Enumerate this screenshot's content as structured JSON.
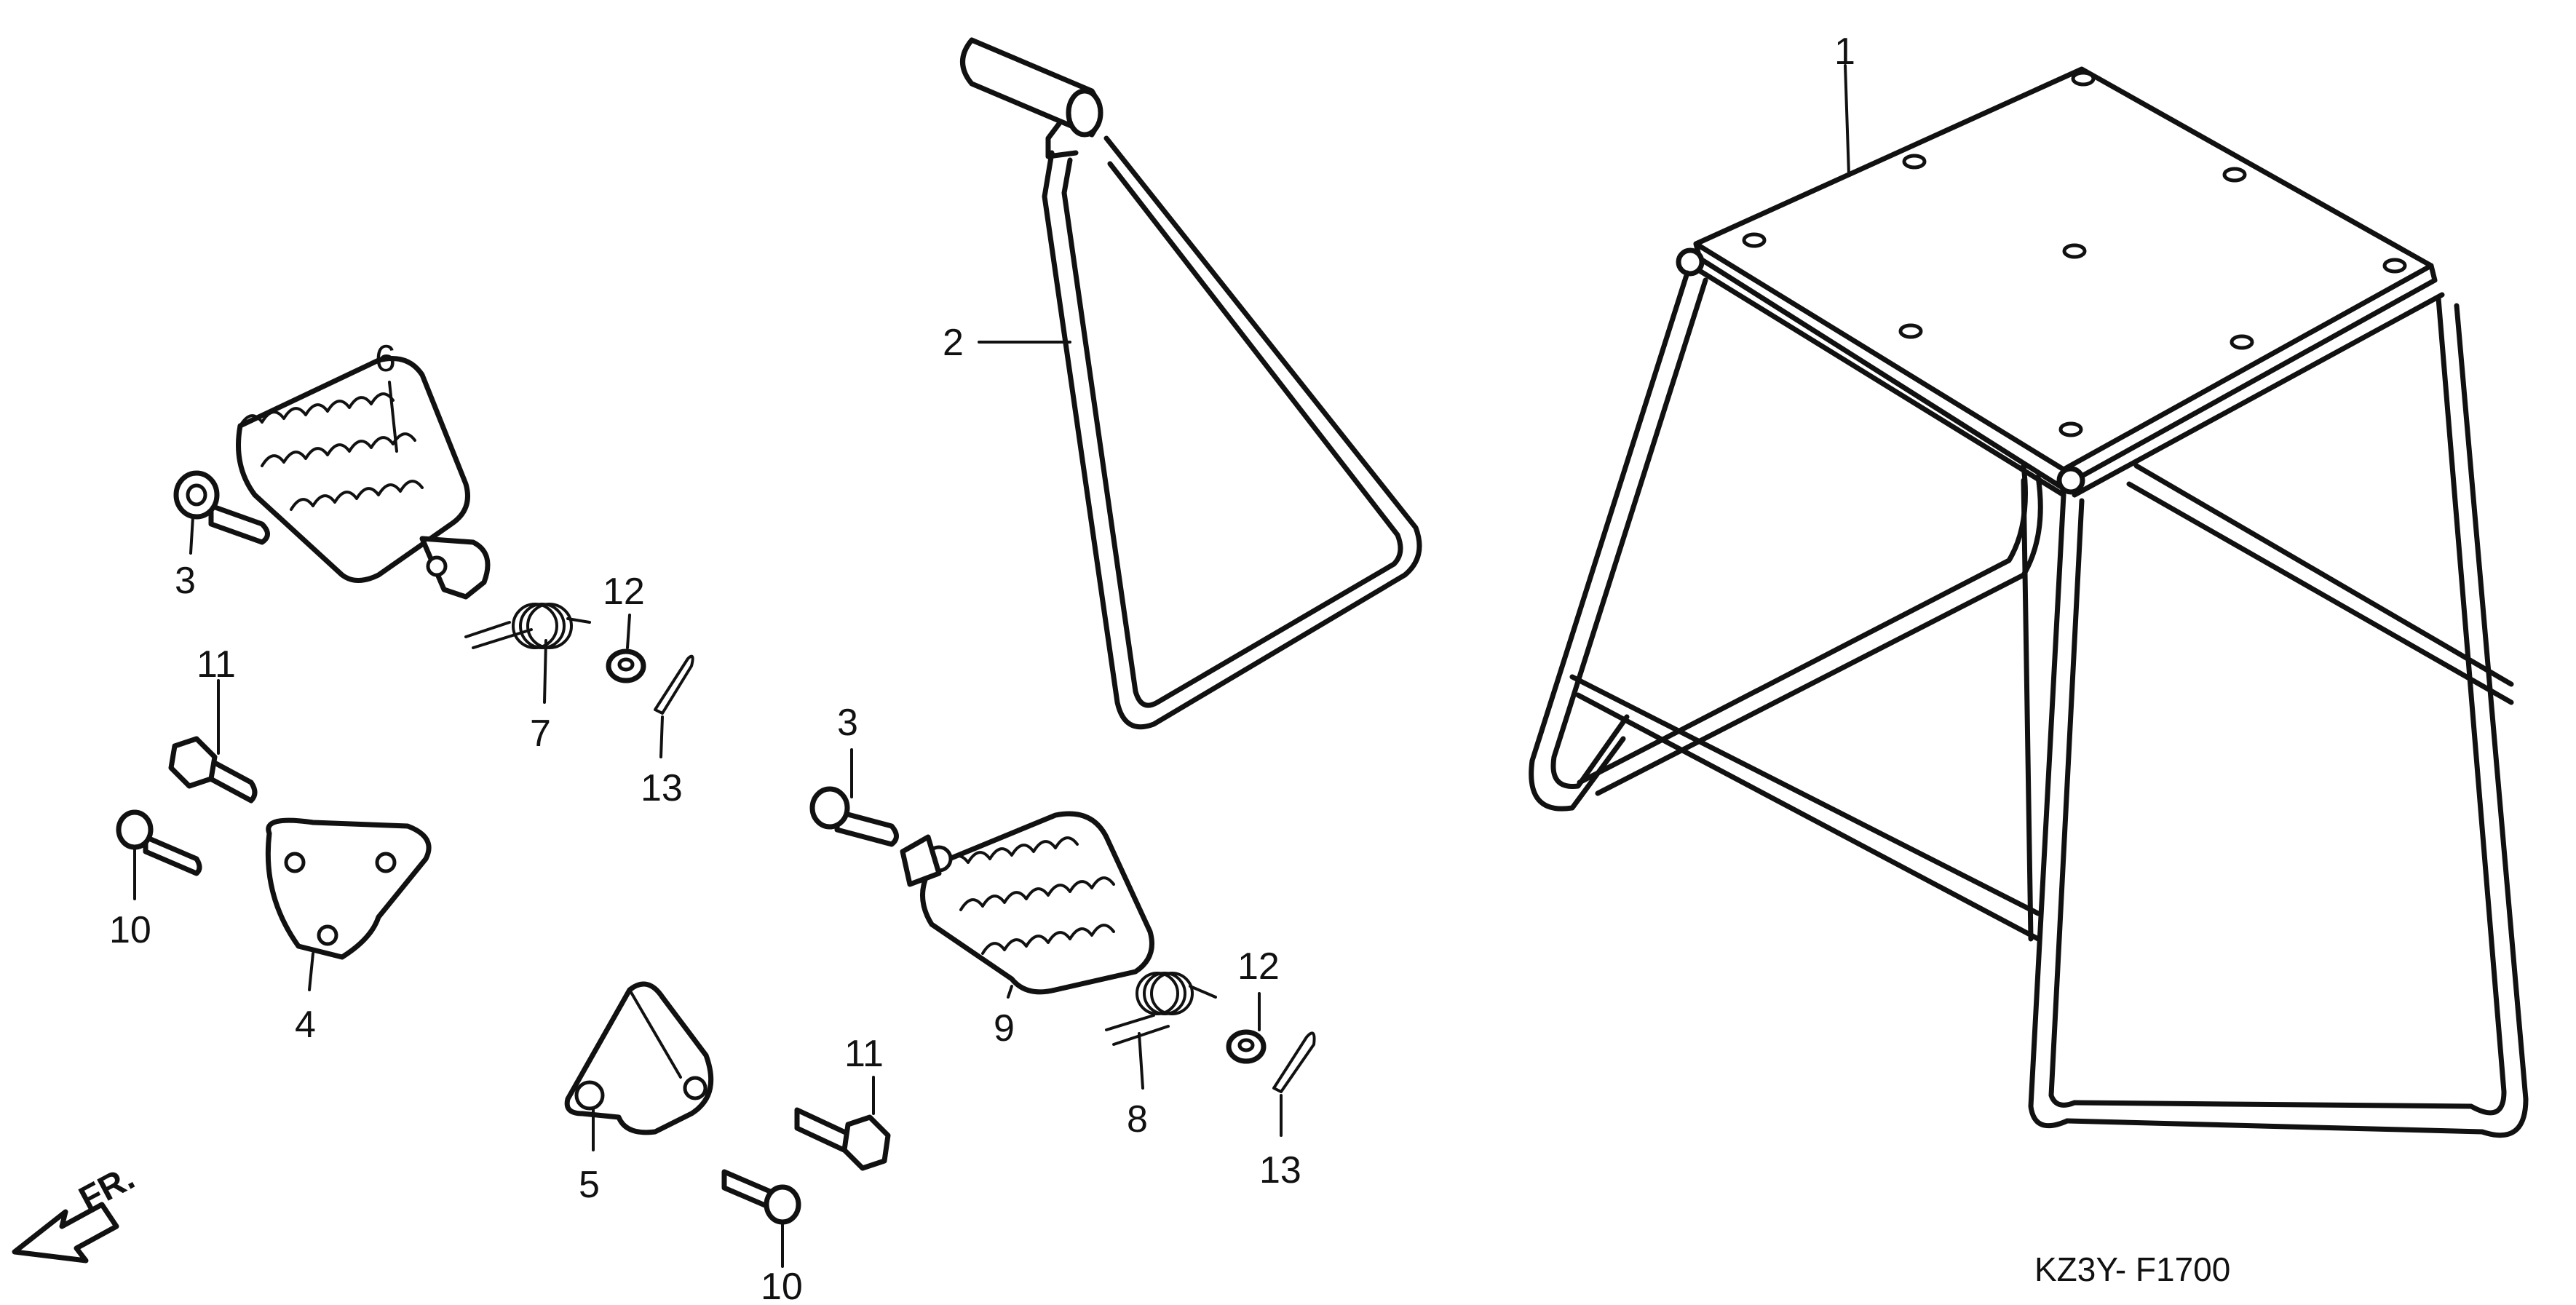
{
  "diagram": {
    "callouts": {
      "c1": "1",
      "c2": "2",
      "c3a": "3",
      "c3b": "3",
      "c4": "4",
      "c5": "5",
      "c6": "6",
      "c7": "7",
      "c8": "8",
      "c9": "9",
      "c10a": "10",
      "c10b": "10",
      "c11a": "11",
      "c11b": "11",
      "c12a": "12",
      "c12b": "12",
      "c13a": "13",
      "c13b": "13"
    },
    "front_label": "FR.",
    "drawing_code": "KZ3Y- F1700",
    "icons": [
      "front-direction-arrow-icon"
    ],
    "colors": {
      "ink": "#111111",
      "paper": "#ffffff"
    }
  }
}
